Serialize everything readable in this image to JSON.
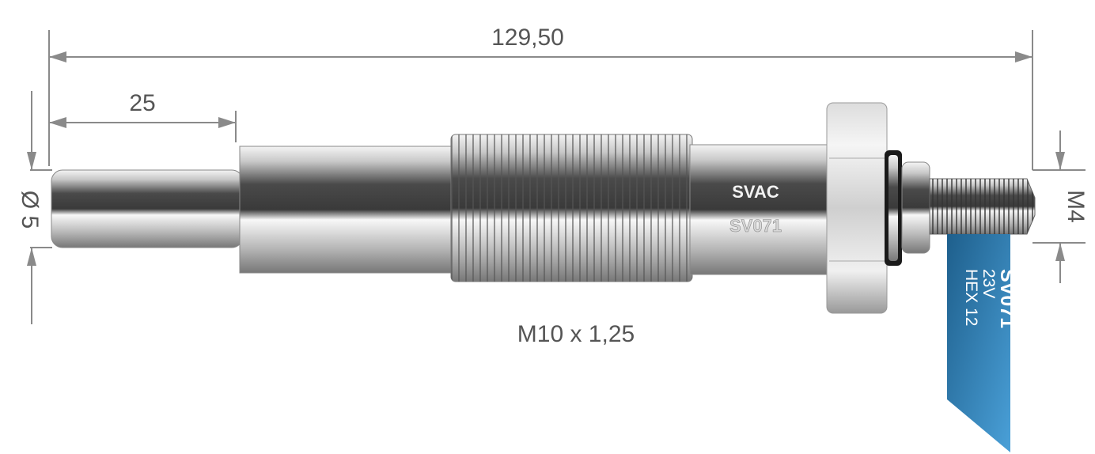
{
  "dimensions": {
    "overall_length": "129,50",
    "tip_length": "25",
    "tip_diameter": "Ø 5",
    "thread": "M10 x 1,25",
    "terminal_thread": "M4"
  },
  "part_marking": {
    "brand": "SVAC",
    "code": "SV071"
  },
  "label_tag": {
    "code": "SV071",
    "voltage": "23V",
    "hex": "HEX 12",
    "color": "#2f7fb5"
  }
}
